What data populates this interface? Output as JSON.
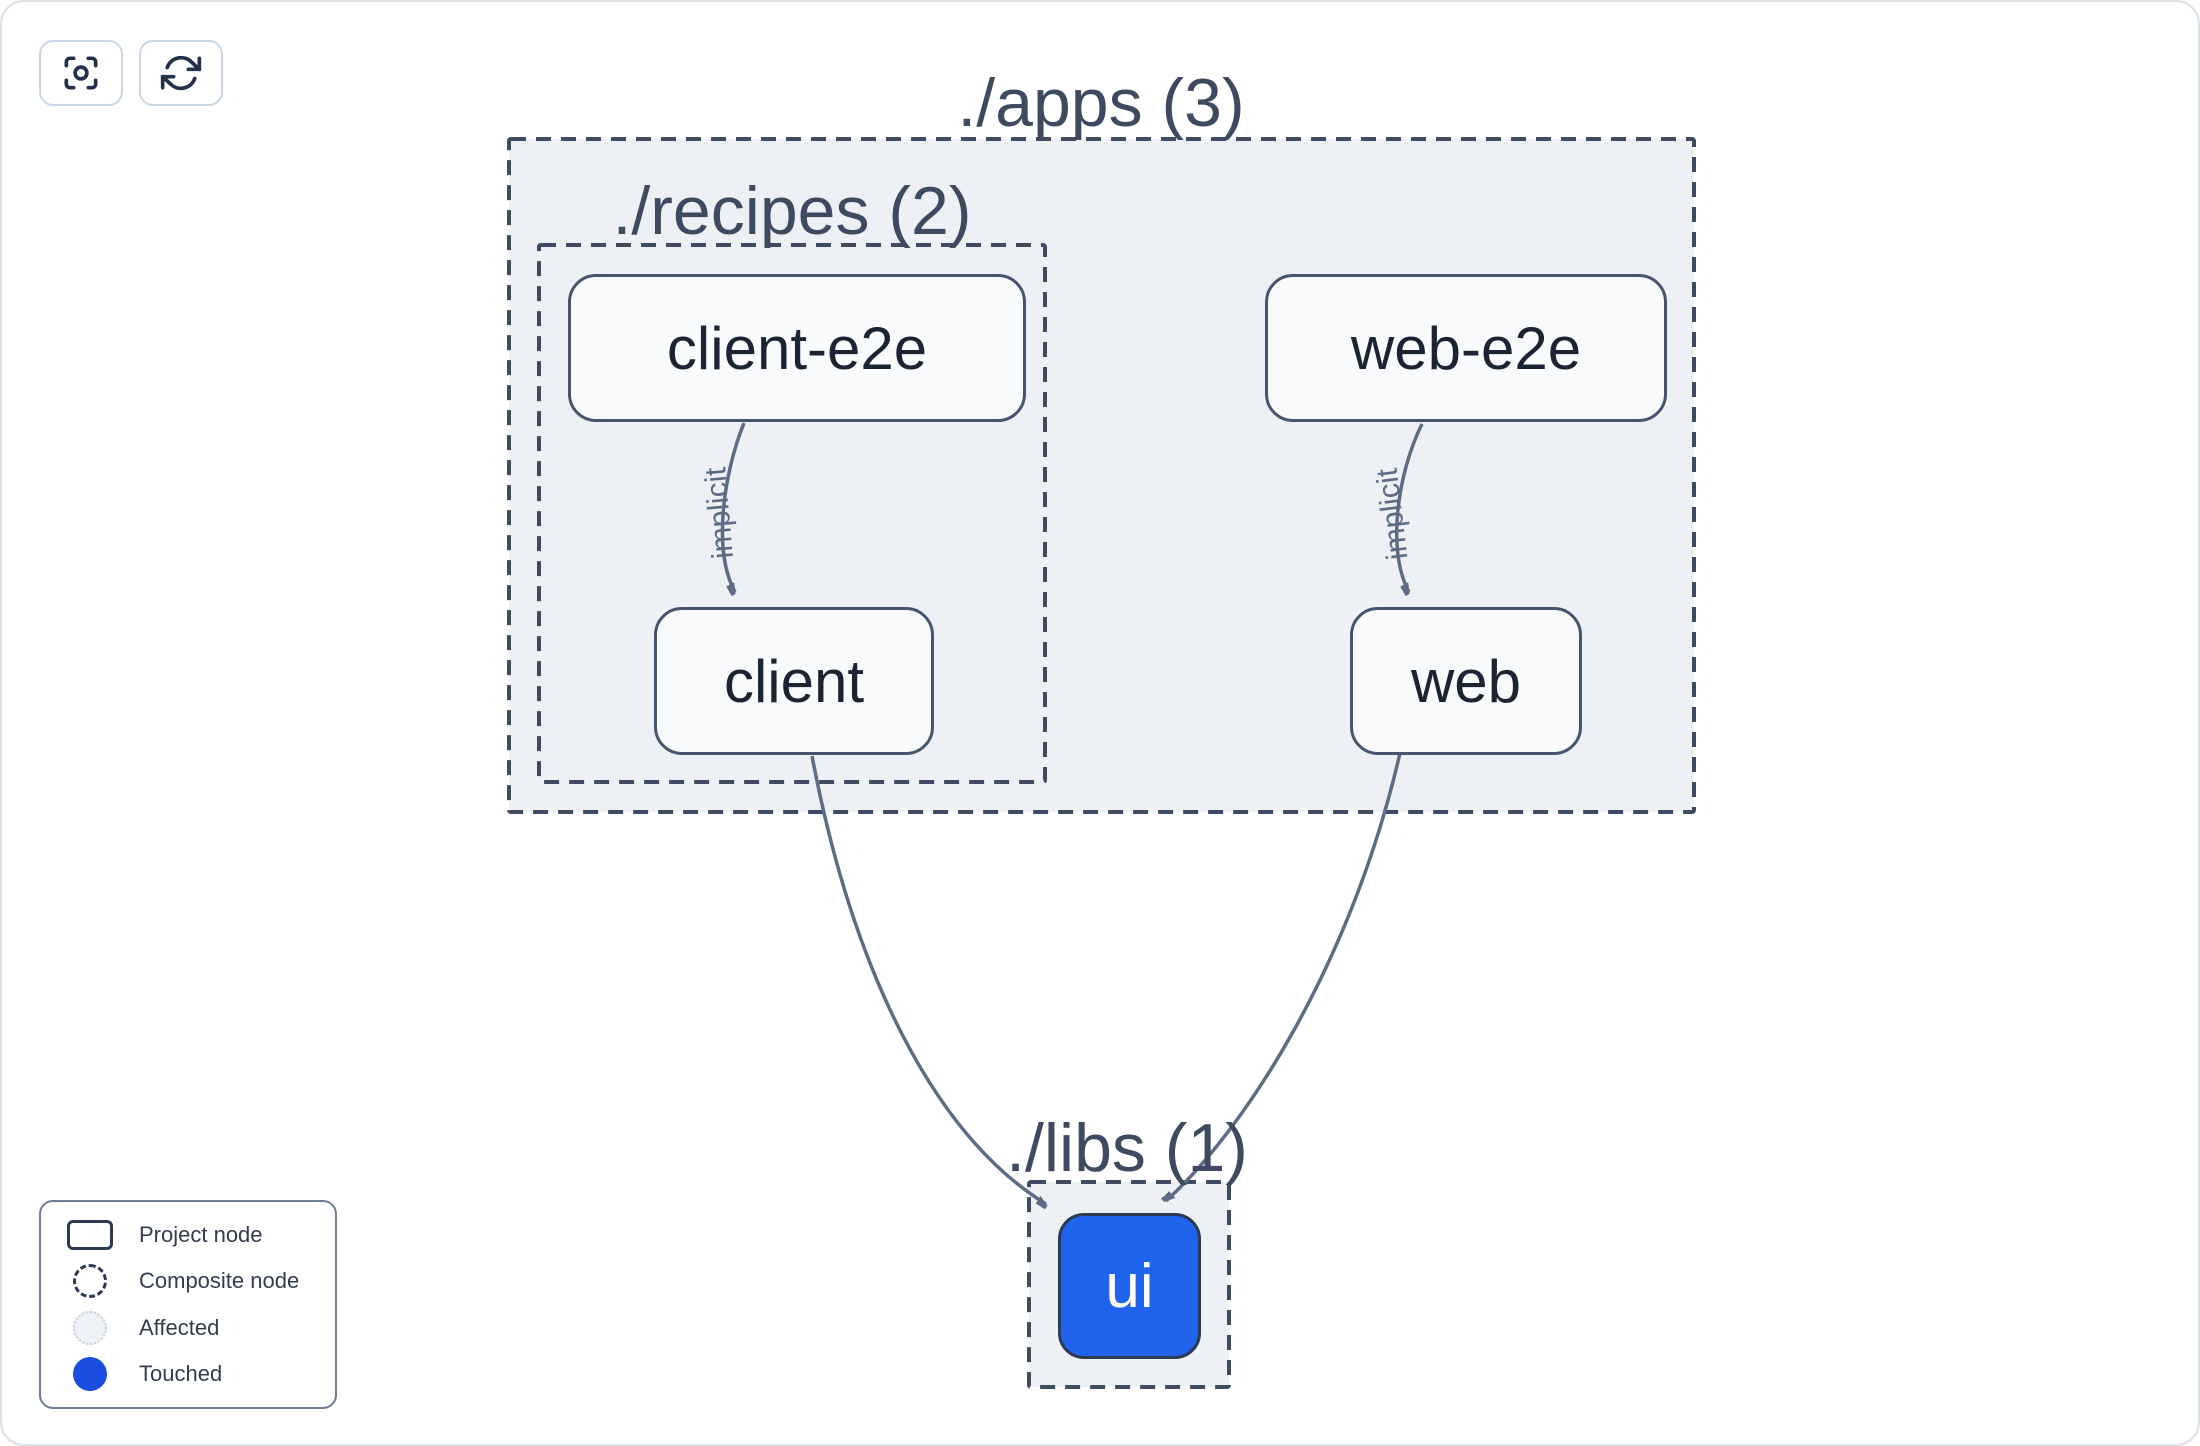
{
  "canvas": {
    "toolbar": {
      "buttons": [
        {
          "name": "focus-button",
          "icon": "focus-target-icon"
        },
        {
          "name": "refresh-button",
          "icon": "refresh-icon"
        }
      ]
    },
    "groups": {
      "apps": {
        "label": "./apps (3)"
      },
      "recipes": {
        "label": "./recipes (2)"
      },
      "libs": {
        "label": "./libs (1)"
      }
    },
    "nodes": {
      "client_e2e": {
        "label": "client-e2e",
        "state": "default"
      },
      "web_e2e": {
        "label": "web-e2e",
        "state": "default"
      },
      "client": {
        "label": "client",
        "state": "default"
      },
      "web": {
        "label": "web",
        "state": "default"
      },
      "ui": {
        "label": "ui",
        "state": "touched"
      }
    },
    "edges": {
      "client_e2e_to_client": {
        "from": "client-e2e",
        "to": "client",
        "label": "implicit"
      },
      "web_e2e_to_web": {
        "from": "web-e2e",
        "to": "web",
        "label": "implicit"
      },
      "client_to_ui": {
        "from": "client",
        "to": "ui",
        "label": ""
      },
      "web_to_ui": {
        "from": "web",
        "to": "ui",
        "label": ""
      }
    }
  },
  "legend": {
    "items": [
      {
        "swatch": "project-node-swatch",
        "label": "Project node"
      },
      {
        "swatch": "composite-node-swatch",
        "label": "Composite node"
      },
      {
        "swatch": "affected-swatch",
        "label": "Affected"
      },
      {
        "swatch": "touched-swatch",
        "label": "Touched"
      }
    ]
  },
  "colors": {
    "touched_blue": "#2063ec",
    "legend_touched_blue": "#1a4de0",
    "container_fill": "#edf1f6",
    "dashed_border": "#3e4b61",
    "edge": "#5d6c85",
    "node_fill": "#f8fafc",
    "node_border": "#46556e",
    "node_text": "#1a2433",
    "group_label_text": "#3d4a5f"
  }
}
